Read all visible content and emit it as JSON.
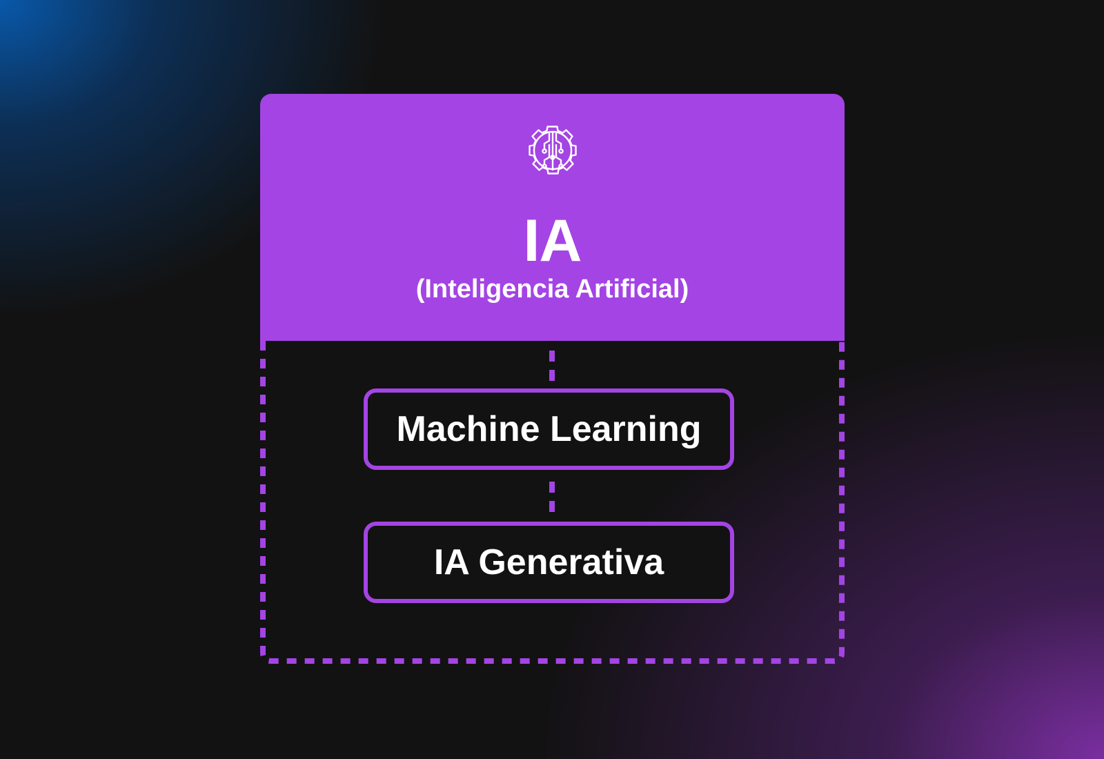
{
  "colors": {
    "accent": "#a444e4",
    "background": "#121212",
    "text": "#ffffff",
    "glow_top_left": "#085cb2",
    "glow_bottom_right": "#8030a8"
  },
  "top_box": {
    "icon": "brain-gear-icon",
    "title": "IA",
    "subtitle": "(Inteligencia Artificial)"
  },
  "nodes": [
    {
      "label": "Machine Learning"
    },
    {
      "label": "IA Generativa"
    }
  ]
}
